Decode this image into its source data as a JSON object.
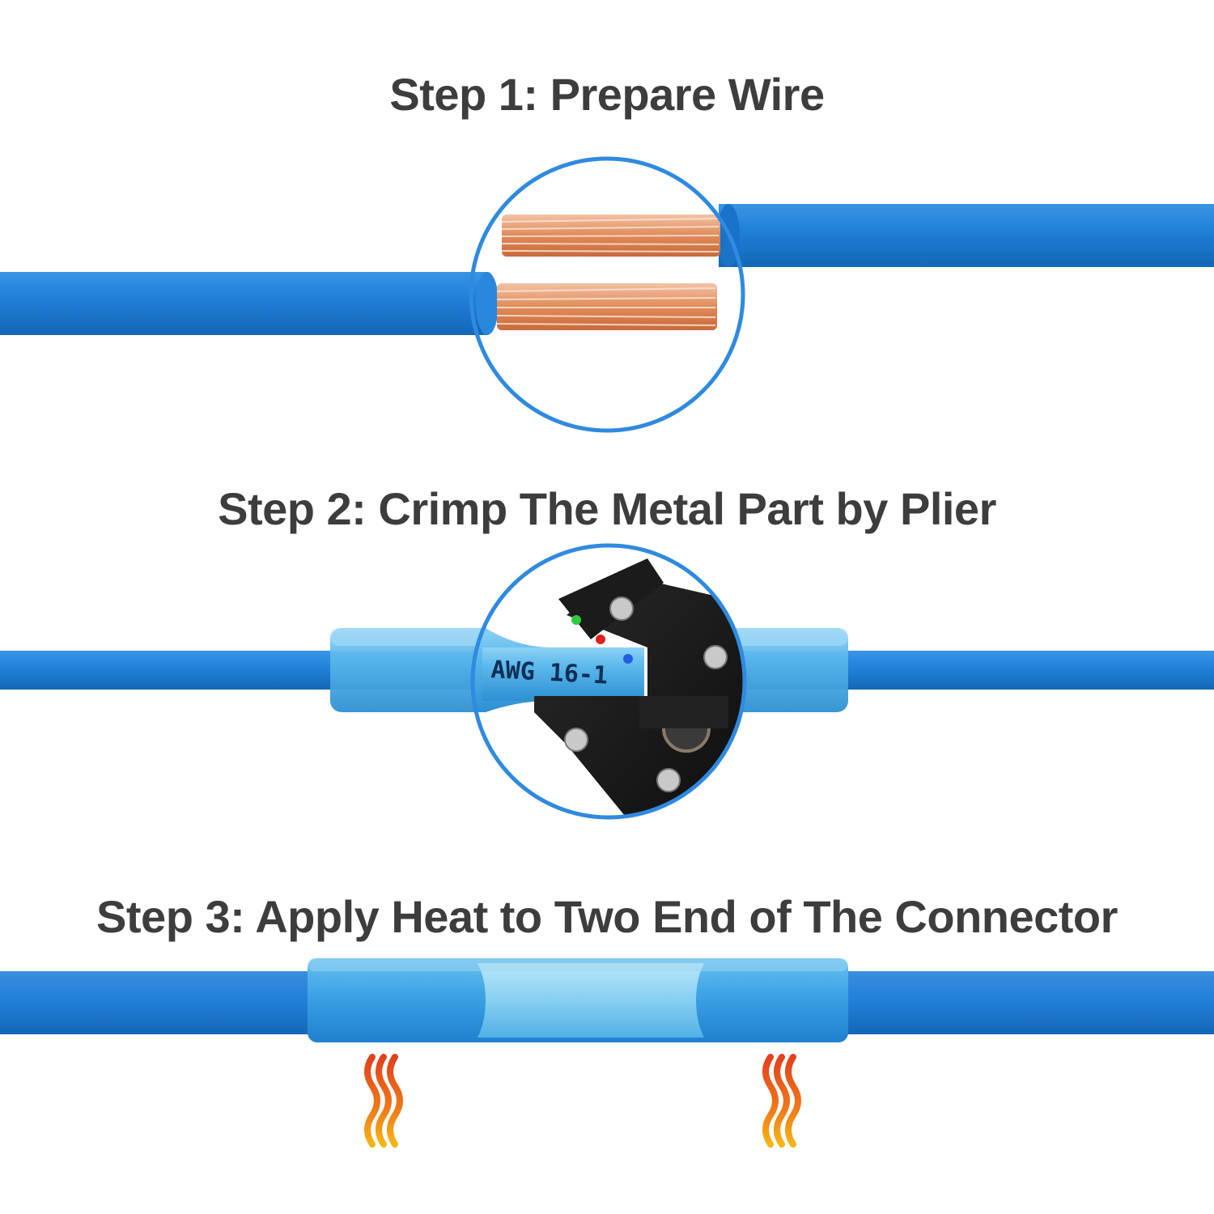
{
  "steps": [
    {
      "title": "Step 1: Prepare Wire"
    },
    {
      "title": "Step 2: Crimp The Metal Part by Plier",
      "tube_print": "AWG 16-1"
    },
    {
      "title": "Step 3: Apply Heat to Two End of The Connector"
    }
  ],
  "colors": {
    "wire": "#1f7fd6",
    "wire_dark": "#0f5ea8",
    "circle_ring": "#2f8ae0",
    "title_text": "#3d3d3d",
    "connector": "#5bb8ec",
    "copper": "#d97a4a",
    "heat_red": "#e2401d",
    "heat_orange": "#f4a217"
  },
  "icons": [
    "wire-icon",
    "copper-strands-icon",
    "crimping-plier-icon",
    "heat-wave-icon"
  ]
}
